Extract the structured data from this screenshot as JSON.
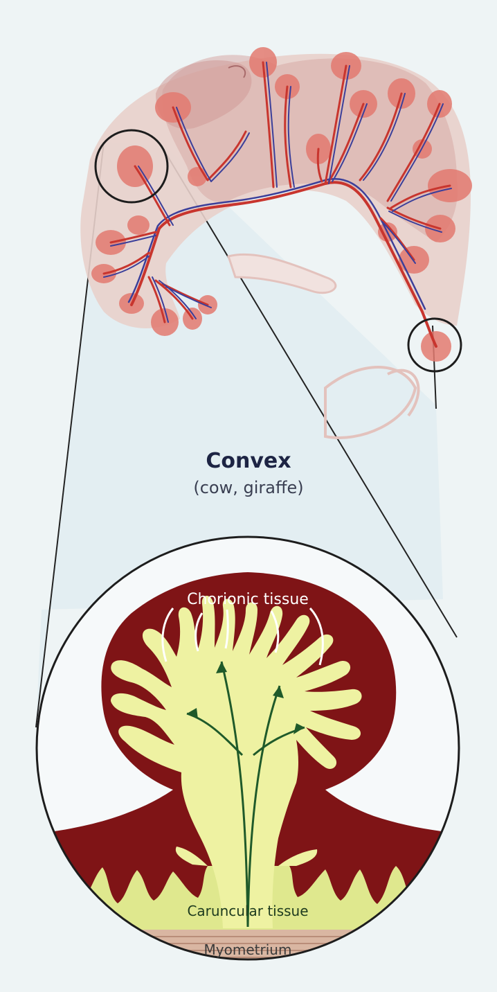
{
  "figure": {
    "title": "Convex",
    "subtitle": "(cow, giraffe)",
    "labels": {
      "chorionic": "Chorionic tissue",
      "caruncular": "Caruncular tissue",
      "myometrium": "Myometrium"
    }
  },
  "colors": {
    "background": "#eef4f5",
    "uterus_fill": "#e6cbc6",
    "cotyledon": "#e37a70",
    "artery": "#c8352e",
    "vein": "#3b3f9a",
    "maternal_tissue": "#7f1416",
    "fetal_villi": "#eef2a2",
    "caruncle_base": "#dfe88e",
    "myometrium": "#d9b6a2",
    "outline": "#1d1d1d"
  }
}
